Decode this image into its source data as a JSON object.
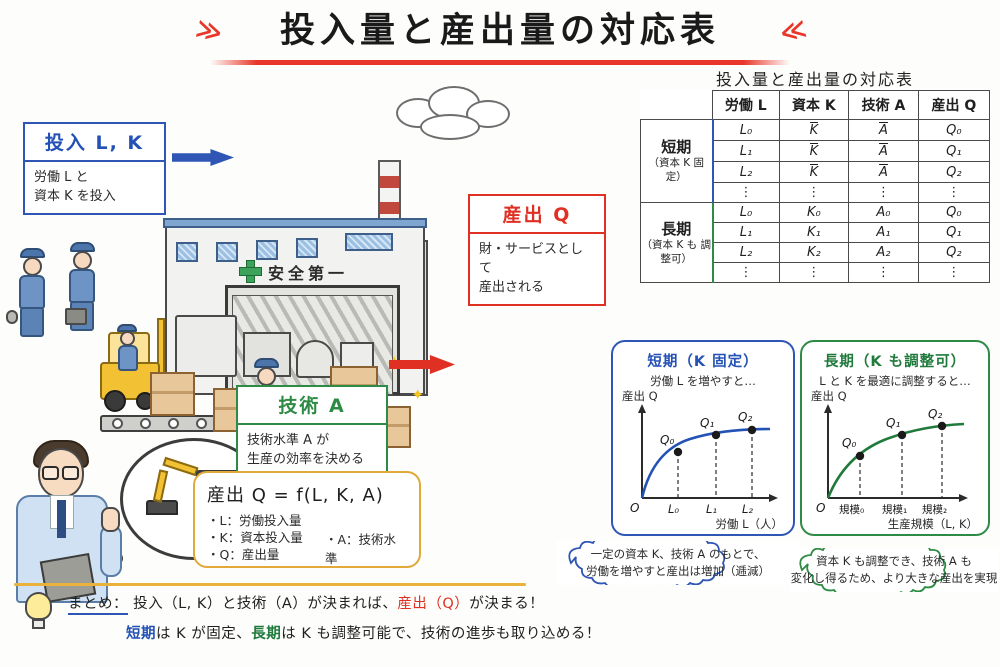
{
  "title": {
    "text": "投入量と産出量の対応表",
    "tick_left": "≫",
    "tick_right": "≫"
  },
  "illustration": {
    "factory_sign": "安全第一",
    "safety_cross_icon": "green-cross-icon"
  },
  "boxes": {
    "input": {
      "title": "投入 L, K",
      "line1": "労働 L と",
      "line2": "資本 K を投入",
      "color": "#2f56b5"
    },
    "output": {
      "title": "産出 Q",
      "line1": "財・サービスとして",
      "line2": "産出される",
      "color": "#e03023"
    },
    "tech": {
      "title": "技術 A",
      "line1": "技術水準 A が",
      "line2": "生産の効率を決める",
      "color": "#2e8b45"
    },
    "formula": {
      "main": "産出 Q = f(L, K, A)",
      "items": [
        "・L：労働投入量",
        "・K：資本投入量",
        "・Q：産出量"
      ],
      "item_a": "・A：技術水準",
      "color": "#e0a93a"
    }
  },
  "table": {
    "caption": "投入量と産出量の対応表",
    "headers": [
      "",
      "労働 L",
      "資本 K",
      "技術 A",
      "産出 Q"
    ],
    "sections": [
      {
        "label": "短期",
        "sublabel": "（資本 K 固定）",
        "color": "#2351b5",
        "rows": [
          {
            "L": "L₀",
            "K": "K",
            "A": "A",
            "Q": "Q₀"
          },
          {
            "L": "L₁",
            "K": "K",
            "A": "A",
            "Q": "Q₁"
          },
          {
            "L": "L₂",
            "K": "K",
            "A": "A",
            "Q": "Q₂"
          },
          {
            "L": "⋮",
            "K": "⋮",
            "A": "⋮",
            "Q": "⋮"
          }
        ]
      },
      {
        "label": "長期",
        "sublabel": "（資本 K も 調整可）",
        "color": "#1f7a3c",
        "rows": [
          {
            "L": "L₀",
            "K": "K₀",
            "A": "A₀",
            "Q": "Q₀"
          },
          {
            "L": "L₁",
            "K": "K₁",
            "A": "A₁",
            "Q": "Q₁"
          },
          {
            "L": "L₂",
            "K": "K₂",
            "A": "A₂",
            "Q": "Q₂"
          },
          {
            "L": "⋮",
            "K": "⋮",
            "A": "⋮",
            "Q": "⋮"
          }
        ]
      }
    ]
  },
  "chart_data": [
    {
      "type": "line",
      "title": "短期（K 固定）",
      "subtitle": "労働 L を増やすと…",
      "ylabel": "産出 Q",
      "xlabel": "労働 L（人）",
      "origin_label": "O",
      "color": "#2351b5",
      "x_ticks": [
        "L₀",
        "L₁",
        "L₂"
      ],
      "points": [
        {
          "label": "Q₀",
          "x": 0.28,
          "y": 0.46
        },
        {
          "label": "Q₁",
          "x": 0.58,
          "y": 0.66
        },
        {
          "label": "Q₂",
          "x": 0.86,
          "y": 0.76
        }
      ],
      "curve": "concave increasing (diminishing returns)",
      "grid": false,
      "legend": "none"
    },
    {
      "type": "line",
      "title": "長期（K も調整可）",
      "subtitle": "L と K を最適に調整すると…",
      "ylabel": "産出 Q",
      "xlabel": "生産規模（L, K）",
      "origin_label": "O",
      "color": "#1f7a3c",
      "x_ticks": [
        "規模₀",
        "規模₁",
        "規模₂"
      ],
      "points": [
        {
          "label": "Q₀",
          "x": 0.24,
          "y": 0.44
        },
        {
          "label": "Q₁",
          "x": 0.54,
          "y": 0.64
        },
        {
          "label": "Q₂",
          "x": 0.84,
          "y": 0.78
        }
      ],
      "curve": "concave increasing, higher than short run",
      "grid": false,
      "legend": "none"
    }
  ],
  "clouds": {
    "short": {
      "line1": "一定の資本 K、技術 A のもとで、",
      "line2": "労働を増やすと産出は増加（逓減）",
      "color": "#2f56b5"
    },
    "long": {
      "line1": "資本 K も調整でき、技術 A も",
      "line2": "変化し得るため、より大きな産出を実現",
      "color": "#2e8b45"
    }
  },
  "summary": {
    "bulb_icon": "lightbulb-icon",
    "label": "まとめ：",
    "line1_a": "投入（L, K）と技術（A）が決まれば、",
    "line1_highlight": "産出（Q）",
    "line1_b": "が決まる！",
    "line2_a": "短期",
    "line2_b": "は K が固定、",
    "line2_c": "長期",
    "line2_d": "は K も調整可能で、技術の進歩も取り込める！",
    "rule_color": "#e8b23c"
  }
}
